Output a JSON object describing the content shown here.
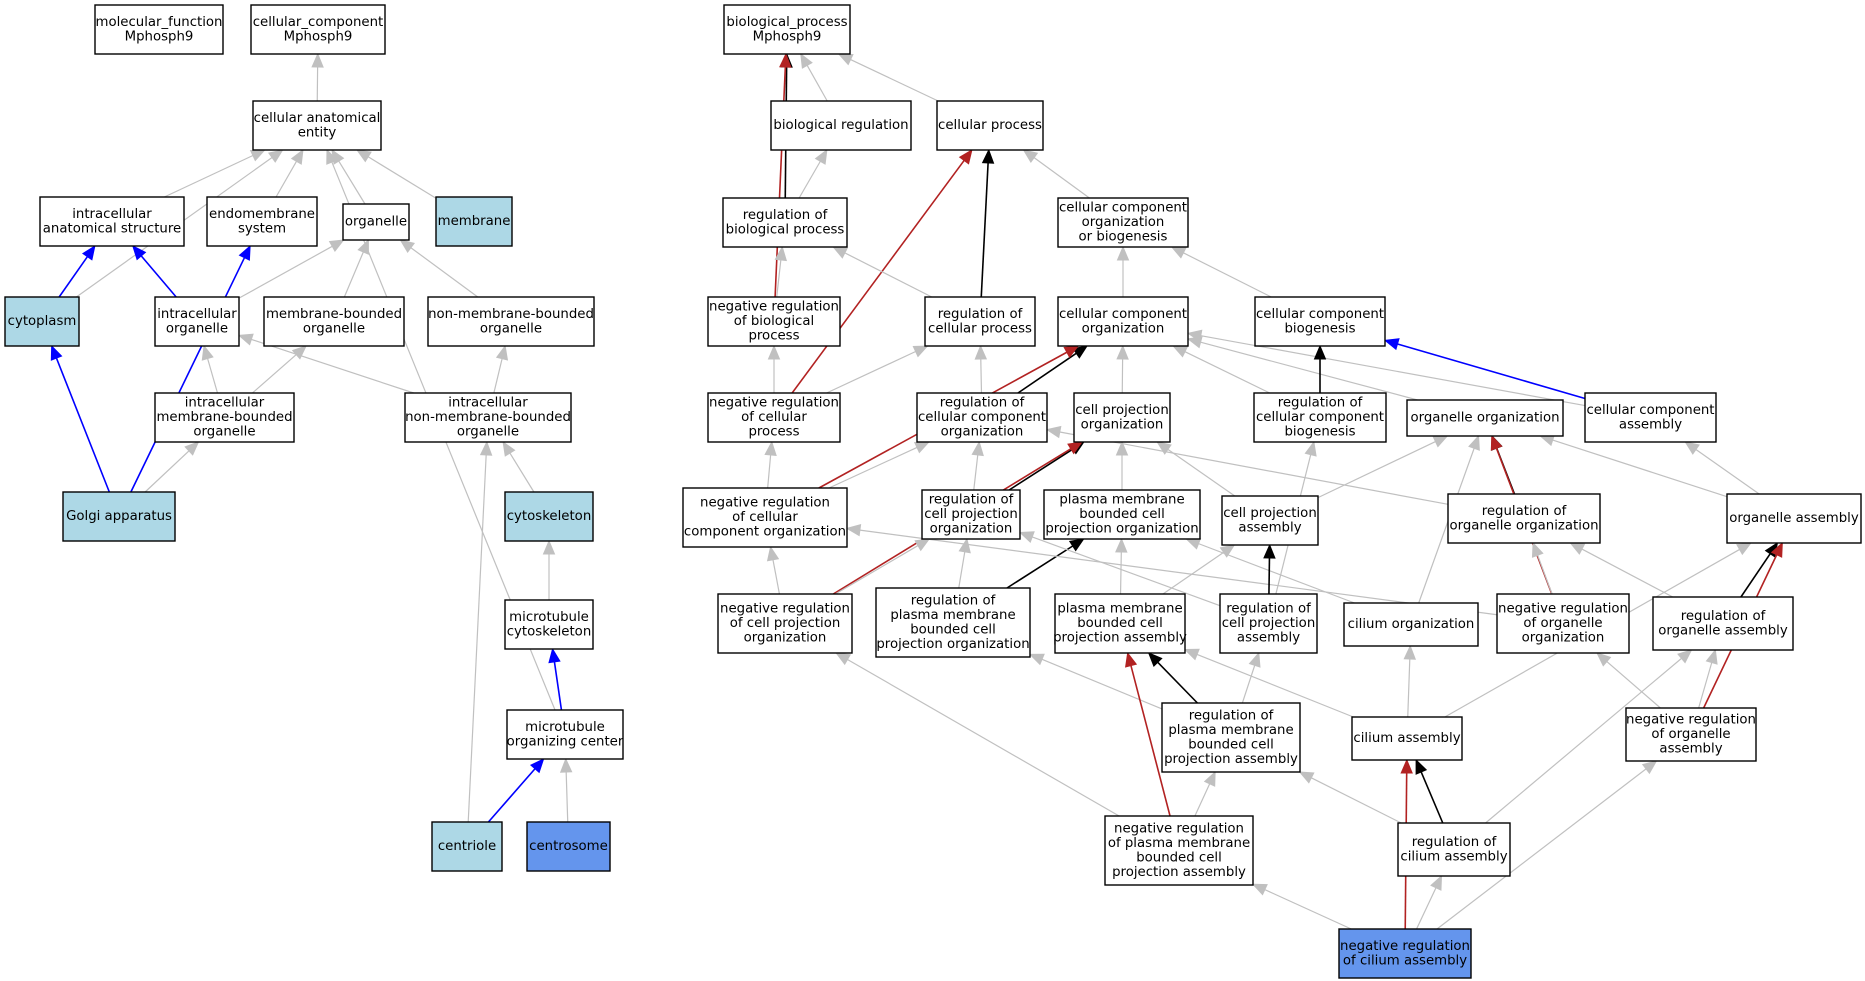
{
  "colors": {
    "white": "#ffffff",
    "lightblue": "#add8e6",
    "cornflowerblue": "#6495ed",
    "is_a": "#c0c0c0",
    "regulates": "#000000",
    "negatively_regulates": "#b22222",
    "part_of": "#0000ff"
  },
  "nodes": [
    {
      "id": "mf",
      "lines": [
        "molecular_function",
        "Mphosph9"
      ],
      "fill": "white"
    },
    {
      "id": "cc",
      "lines": [
        "cellular_component",
        "Mphosph9"
      ],
      "fill": "white"
    },
    {
      "id": "bp",
      "lines": [
        "biological_process",
        "Mphosph9"
      ],
      "fill": "white"
    },
    {
      "id": "cae",
      "lines": [
        "cellular anatomical",
        "entity"
      ],
      "fill": "white"
    },
    {
      "id": "ias",
      "lines": [
        "intracellular",
        "anatomical structure"
      ],
      "fill": "white"
    },
    {
      "id": "endo",
      "lines": [
        "endomembrane",
        "system"
      ],
      "fill": "white"
    },
    {
      "id": "organelle",
      "lines": [
        "organelle"
      ],
      "fill": "white"
    },
    {
      "id": "membrane",
      "lines": [
        "membrane"
      ],
      "fill": "lightblue"
    },
    {
      "id": "cytoplasm",
      "lines": [
        "cytoplasm"
      ],
      "fill": "lightblue"
    },
    {
      "id": "intraorg",
      "lines": [
        "intracellular",
        "organelle"
      ],
      "fill": "white"
    },
    {
      "id": "mbo",
      "lines": [
        "membrane-bounded",
        "organelle"
      ],
      "fill": "white"
    },
    {
      "id": "nmbo",
      "lines": [
        "non-membrane-bounded",
        "organelle"
      ],
      "fill": "white"
    },
    {
      "id": "imbo",
      "lines": [
        "intracellular",
        "membrane-bounded",
        "organelle"
      ],
      "fill": "white"
    },
    {
      "id": "inmbo",
      "lines": [
        "intracellular",
        "non-membrane-bounded",
        "organelle"
      ],
      "fill": "white"
    },
    {
      "id": "golgi",
      "lines": [
        "Golgi apparatus"
      ],
      "fill": "lightblue"
    },
    {
      "id": "cytoskel",
      "lines": [
        "cytoskeleton"
      ],
      "fill": "lightblue"
    },
    {
      "id": "mtcyto",
      "lines": [
        "microtubule",
        "cytoskeleton"
      ],
      "fill": "white"
    },
    {
      "id": "mtoc",
      "lines": [
        "microtubule",
        "organizing center"
      ],
      "fill": "white"
    },
    {
      "id": "centriole",
      "lines": [
        "centriole"
      ],
      "fill": "lightblue"
    },
    {
      "id": "centrosome",
      "lines": [
        "centrosome"
      ],
      "fill": "cornflowerblue"
    },
    {
      "id": "bioreg",
      "lines": [
        "biological regulation"
      ],
      "fill": "white"
    },
    {
      "id": "cellproc",
      "lines": [
        "cellular process"
      ],
      "fill": "white"
    },
    {
      "id": "regbp",
      "lines": [
        "regulation of",
        "biological process"
      ],
      "fill": "white"
    },
    {
      "id": "ccob",
      "lines": [
        "cellular component",
        "organization",
        "or biogenesis"
      ],
      "fill": "white"
    },
    {
      "id": "nrbp",
      "lines": [
        "negative regulation",
        "of biological",
        "process"
      ],
      "fill": "white"
    },
    {
      "id": "regcp",
      "lines": [
        "regulation of",
        "cellular process"
      ],
      "fill": "white"
    },
    {
      "id": "cco",
      "lines": [
        "cellular component",
        "organization"
      ],
      "fill": "white"
    },
    {
      "id": "ccb",
      "lines": [
        "cellular component",
        "biogenesis"
      ],
      "fill": "white"
    },
    {
      "id": "nrcp",
      "lines": [
        "negative regulation",
        "of cellular",
        "process"
      ],
      "fill": "white"
    },
    {
      "id": "regcco",
      "lines": [
        "regulation of",
        "cellular component",
        "organization"
      ],
      "fill": "white"
    },
    {
      "id": "cpo",
      "lines": [
        "cell projection",
        "organization"
      ],
      "fill": "white"
    },
    {
      "id": "regccb",
      "lines": [
        "regulation of",
        "cellular component",
        "biogenesis"
      ],
      "fill": "white"
    },
    {
      "id": "orgorg",
      "lines": [
        "organelle organization"
      ],
      "fill": "white"
    },
    {
      "id": "cca",
      "lines": [
        "cellular component",
        "assembly"
      ],
      "fill": "white"
    },
    {
      "id": "nrcco",
      "lines": [
        "negative regulation",
        "of cellular",
        "component organization"
      ],
      "fill": "white"
    },
    {
      "id": "regcpo",
      "lines": [
        "regulation of",
        "cell projection",
        "organization"
      ],
      "fill": "white"
    },
    {
      "id": "pmbcpo",
      "lines": [
        "plasma membrane",
        "bounded cell",
        "projection organization"
      ],
      "fill": "white"
    },
    {
      "id": "cpa",
      "lines": [
        "cell projection",
        "assembly"
      ],
      "fill": "white"
    },
    {
      "id": "regoo",
      "lines": [
        "regulation of",
        "organelle organization"
      ],
      "fill": "white"
    },
    {
      "id": "orgasm",
      "lines": [
        "organelle assembly"
      ],
      "fill": "white"
    },
    {
      "id": "nrcpo",
      "lines": [
        "negative regulation",
        "of cell projection",
        "organization"
      ],
      "fill": "white"
    },
    {
      "id": "regpmbcpo",
      "lines": [
        "regulation of",
        "plasma membrane",
        "bounded cell",
        "projection organization"
      ],
      "fill": "white"
    },
    {
      "id": "pmbcpa",
      "lines": [
        "plasma membrane",
        "bounded cell",
        "projection assembly"
      ],
      "fill": "white"
    },
    {
      "id": "regcpa",
      "lines": [
        "regulation of",
        "cell projection",
        "assembly"
      ],
      "fill": "white"
    },
    {
      "id": "ciliumorg",
      "lines": [
        "cilium organization"
      ],
      "fill": "white"
    },
    {
      "id": "nroo",
      "lines": [
        "negative regulation",
        "of organelle",
        "organization"
      ],
      "fill": "white"
    },
    {
      "id": "regoa",
      "lines": [
        "regulation of",
        "organelle assembly"
      ],
      "fill": "white"
    },
    {
      "id": "regpmbcpa",
      "lines": [
        "regulation of",
        "plasma membrane",
        "bounded cell",
        "projection assembly"
      ],
      "fill": "white"
    },
    {
      "id": "ciliumasm",
      "lines": [
        "cilium assembly"
      ],
      "fill": "white"
    },
    {
      "id": "nroa",
      "lines": [
        "negative regulation",
        "of organelle",
        "assembly"
      ],
      "fill": "white"
    },
    {
      "id": "nrpmbcpa",
      "lines": [
        "negative regulation",
        "of plasma membrane",
        "bounded cell",
        "projection assembly"
      ],
      "fill": "white"
    },
    {
      "id": "regca",
      "lines": [
        "regulation of",
        "cilium assembly"
      ],
      "fill": "white"
    },
    {
      "id": "nrca",
      "lines": [
        "negative regulation",
        "of cilium assembly"
      ],
      "fill": "cornflowerblue"
    }
  ],
  "edges": [
    {
      "from": "cae",
      "to": "cc",
      "rel": "is_a"
    },
    {
      "from": "ias",
      "to": "cae",
      "rel": "is_a"
    },
    {
      "from": "endo",
      "to": "cae",
      "rel": "is_a"
    },
    {
      "from": "organelle",
      "to": "cae",
      "rel": "is_a"
    },
    {
      "from": "membrane",
      "to": "cae",
      "rel": "is_a"
    },
    {
      "from": "cytoplasm",
      "to": "cae",
      "rel": "is_a"
    },
    {
      "from": "mtoc",
      "to": "cae",
      "rel": "is_a"
    },
    {
      "from": "cytoplasm",
      "to": "ias",
      "rel": "part_of"
    },
    {
      "from": "intraorg",
      "to": "ias",
      "rel": "part_of"
    },
    {
      "from": "golgi",
      "to": "endo",
      "rel": "part_of"
    },
    {
      "from": "intraorg",
      "to": "organelle",
      "rel": "is_a"
    },
    {
      "from": "mbo",
      "to": "organelle",
      "rel": "is_a"
    },
    {
      "from": "nmbo",
      "to": "organelle",
      "rel": "is_a"
    },
    {
      "from": "imbo",
      "to": "intraorg",
      "rel": "is_a"
    },
    {
      "from": "imbo",
      "to": "mbo",
      "rel": "is_a"
    },
    {
      "from": "inmbo",
      "to": "intraorg",
      "rel": "is_a"
    },
    {
      "from": "inmbo",
      "to": "nmbo",
      "rel": "is_a"
    },
    {
      "from": "golgi",
      "to": "imbo",
      "rel": "is_a"
    },
    {
      "from": "golgi",
      "to": "cytoplasm",
      "rel": "part_of"
    },
    {
      "from": "cytoskel",
      "to": "inmbo",
      "rel": "is_a"
    },
    {
      "from": "centriole",
      "to": "inmbo",
      "rel": "is_a"
    },
    {
      "from": "mtcyto",
      "to": "cytoskel",
      "rel": "is_a"
    },
    {
      "from": "mtoc",
      "to": "mtcyto",
      "rel": "part_of"
    },
    {
      "from": "centriole",
      "to": "mtoc",
      "rel": "part_of"
    },
    {
      "from": "centrosome",
      "to": "mtoc",
      "rel": "is_a"
    },
    {
      "from": "bioreg",
      "to": "bp",
      "rel": "is_a"
    },
    {
      "from": "cellproc",
      "to": "bp",
      "rel": "is_a"
    },
    {
      "from": "regbp",
      "to": "bp",
      "rel": "regulates"
    },
    {
      "from": "nrbp",
      "to": "bp",
      "rel": "negatively_regulates"
    },
    {
      "from": "regbp",
      "to": "bioreg",
      "rel": "is_a"
    },
    {
      "from": "ccob",
      "to": "cellproc",
      "rel": "is_a"
    },
    {
      "from": "regcp",
      "to": "cellproc",
      "rel": "regulates"
    },
    {
      "from": "nrcp",
      "to": "cellproc",
      "rel": "negatively_regulates"
    },
    {
      "from": "nrbp",
      "to": "regbp",
      "rel": "is_a"
    },
    {
      "from": "regcp",
      "to": "regbp",
      "rel": "is_a"
    },
    {
      "from": "cco",
      "to": "ccob",
      "rel": "is_a"
    },
    {
      "from": "ccb",
      "to": "ccob",
      "rel": "is_a"
    },
    {
      "from": "nrcp",
      "to": "nrbp",
      "rel": "is_a"
    },
    {
      "from": "nrcp",
      "to": "regcp",
      "rel": "is_a"
    },
    {
      "from": "regcco",
      "to": "regcp",
      "rel": "is_a"
    },
    {
      "from": "regcco",
      "to": "cco",
      "rel": "regulates"
    },
    {
      "from": "nrcco",
      "to": "cco",
      "rel": "negatively_regulates"
    },
    {
      "from": "cpo",
      "to": "cco",
      "rel": "is_a"
    },
    {
      "from": "regccb",
      "to": "cco",
      "rel": "is_a"
    },
    {
      "from": "orgorg",
      "to": "cco",
      "rel": "is_a"
    },
    {
      "from": "cca",
      "to": "cco",
      "rel": "is_a"
    },
    {
      "from": "regccb",
      "to": "ccb",
      "rel": "regulates"
    },
    {
      "from": "cca",
      "to": "ccb",
      "rel": "part_of"
    },
    {
      "from": "nrcco",
      "to": "nrcp",
      "rel": "is_a"
    },
    {
      "from": "nrcco",
      "to": "regcco",
      "rel": "is_a"
    },
    {
      "from": "regcpo",
      "to": "regcco",
      "rel": "is_a"
    },
    {
      "from": "regoo",
      "to": "regcco",
      "rel": "is_a"
    },
    {
      "from": "regcpo",
      "to": "cpo",
      "rel": "regulates"
    },
    {
      "from": "nrcpo",
      "to": "cpo",
      "rel": "negatively_regulates"
    },
    {
      "from": "regpmbcpo",
      "to": "pmbcpo",
      "rel": "regulates"
    },
    {
      "from": "pmbcpo",
      "to": "cpo",
      "rel": "is_a"
    },
    {
      "from": "cpa",
      "to": "cpo",
      "rel": "is_a"
    },
    {
      "from": "regcpa",
      "to": "regccb",
      "rel": "is_a"
    },
    {
      "from": "regoo",
      "to": "orgorg",
      "rel": "regulates"
    },
    {
      "from": "nroo",
      "to": "orgorg",
      "rel": "negatively_regulates"
    },
    {
      "from": "ciliumorg",
      "to": "orgorg",
      "rel": "is_a"
    },
    {
      "from": "orgasm",
      "to": "orgorg",
      "rel": "is_a"
    },
    {
      "from": "orgasm",
      "to": "cca",
      "rel": "is_a"
    },
    {
      "from": "cpa",
      "to": "orgorg",
      "rel": "is_a"
    },
    {
      "from": "nrcpo",
      "to": "nrcco",
      "rel": "is_a"
    },
    {
      "from": "nrcpo",
      "to": "regcpo",
      "rel": "is_a"
    },
    {
      "from": "regpmbcpo",
      "to": "regcpo",
      "rel": "is_a"
    },
    {
      "from": "regcpa",
      "to": "regcpo",
      "rel": "is_a"
    },
    {
      "from": "nroo",
      "to": "nrcco",
      "rel": "is_a"
    },
    {
      "from": "pmbcpa",
      "to": "pmbcpo",
      "rel": "is_a"
    },
    {
      "from": "ciliumorg",
      "to": "pmbcpo",
      "rel": "is_a"
    },
    {
      "from": "pmbcpa",
      "to": "cpa",
      "rel": "is_a"
    },
    {
      "from": "regcpa",
      "to": "cpa",
      "rel": "regulates"
    },
    {
      "from": "nroo",
      "to": "regoo",
      "rel": "is_a"
    },
    {
      "from": "regoa",
      "to": "regoo",
      "rel": "is_a"
    },
    {
      "from": "regoa",
      "to": "orgasm",
      "rel": "regulates"
    },
    {
      "from": "nroa",
      "to": "orgasm",
      "rel": "negatively_regulates"
    },
    {
      "from": "ciliumasm",
      "to": "orgasm",
      "rel": "is_a"
    },
    {
      "from": "regpmbcpa",
      "to": "regpmbcpo",
      "rel": "is_a"
    },
    {
      "from": "regpmbcpa",
      "to": "pmbcpa",
      "rel": "regulates"
    },
    {
      "from": "nrpmbcpa",
      "to": "pmbcpa",
      "rel": "negatively_regulates"
    },
    {
      "from": "ciliumasm",
      "to": "pmbcpa",
      "rel": "is_a"
    },
    {
      "from": "regpmbcpa",
      "to": "regcpa",
      "rel": "is_a"
    },
    {
      "from": "ciliumasm",
      "to": "ciliumorg",
      "rel": "is_a"
    },
    {
      "from": "nroa",
      "to": "nroo",
      "rel": "is_a"
    },
    {
      "from": "nroa",
      "to": "regoa",
      "rel": "is_a"
    },
    {
      "from": "regca",
      "to": "regoa",
      "rel": "is_a"
    },
    {
      "from": "nrpmbcpa",
      "to": "nrcpo",
      "rel": "is_a"
    },
    {
      "from": "nrpmbcpa",
      "to": "regpmbcpa",
      "rel": "is_a"
    },
    {
      "from": "regca",
      "to": "regpmbcpa",
      "rel": "is_a"
    },
    {
      "from": "regca",
      "to": "ciliumasm",
      "rel": "regulates"
    },
    {
      "from": "nrca",
      "to": "ciliumasm",
      "rel": "negatively_regulates"
    },
    {
      "from": "nrca",
      "to": "nrpmbcpa",
      "rel": "is_a"
    },
    {
      "from": "nrca",
      "to": "regca",
      "rel": "is_a"
    },
    {
      "from": "nrca",
      "to": "nroa",
      "rel": "is_a"
    }
  ]
}
